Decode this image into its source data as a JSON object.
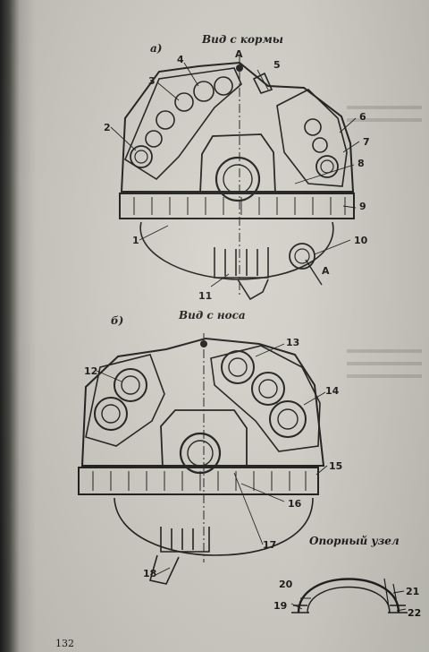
{
  "figure_a": {
    "panel_label": "а)",
    "view_title": "Вид с кормы",
    "section_mark": "А",
    "callouts": [
      "1",
      "2",
      "3",
      "4",
      "5",
      "6",
      "7",
      "8",
      "9",
      "10",
      "11"
    ]
  },
  "figure_b": {
    "panel_label": "б)",
    "view_title": "Вид с носа",
    "callouts": [
      "12",
      "13",
      "14",
      "15",
      "16",
      "17",
      "18"
    ]
  },
  "support_detail": {
    "title": "Опорный узел",
    "callouts": [
      "19",
      "20",
      "21",
      "22"
    ]
  },
  "page_number": "132"
}
